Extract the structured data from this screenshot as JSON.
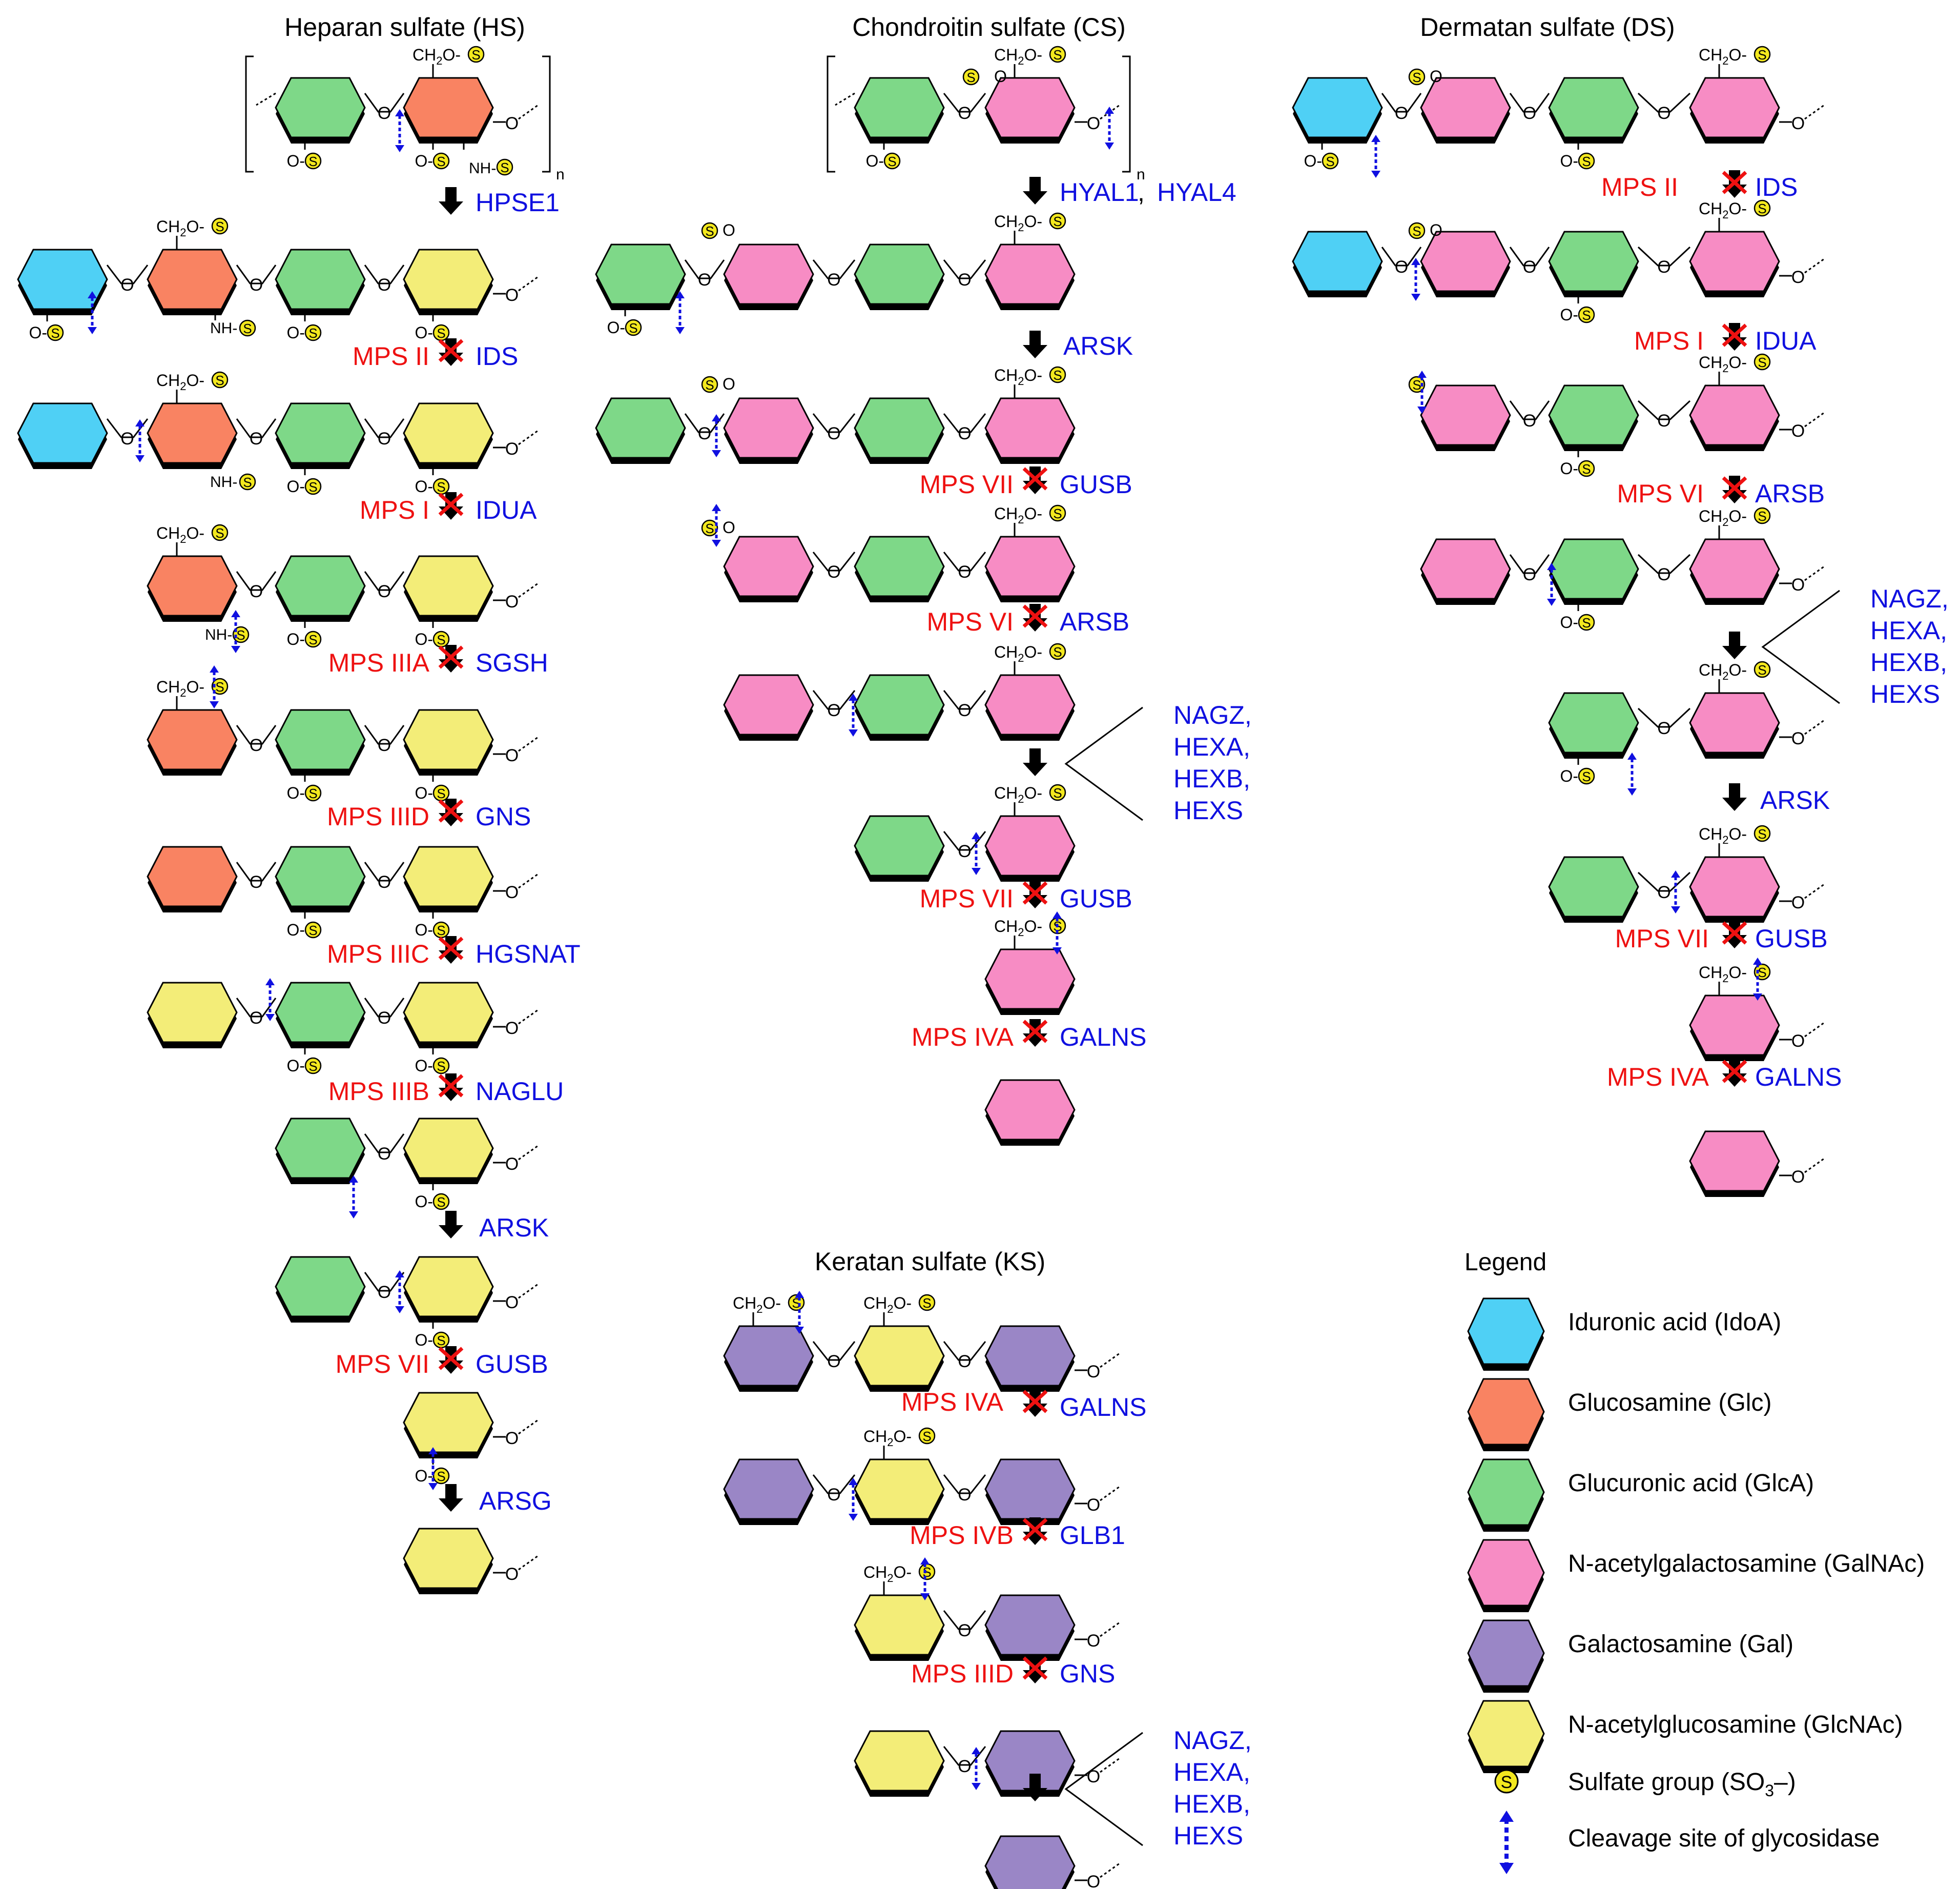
{
  "colors": {
    "IdoA": "#4fd0f5",
    "Glc": "#f98362",
    "GlcA": "#7ed888",
    "GalNAc": "#f78cc4",
    "Gal": "#9a86c6",
    "GlcNAc": "#f3ed78",
    "sulfate": "#f3e81e",
    "cleavage": "#1010e0",
    "enzyme_text": "#1010e0",
    "disease_text": "#ee1111"
  },
  "titles": {
    "hs": "Heparan sulfate (HS)",
    "cs": "Chondroitin sulfate (CS)",
    "ds": "Dermatan sulfate (DS)",
    "ks": "Keratan sulfate (KS)"
  },
  "labels": {
    "ch2o": "CH",
    "sub2": "2",
    "o_dash": "O-",
    "o": "O",
    "nh": "NH-",
    "s": "S",
    "n": "n",
    "comma": ","
  },
  "hs": {
    "steps": [
      {
        "enzyme": "HPSE1",
        "disease": ""
      },
      {
        "enzyme": "IDS",
        "disease": "MPS II"
      },
      {
        "enzyme": "IDUA",
        "disease": "MPS I"
      },
      {
        "enzyme": "SGSH",
        "disease": "MPS IIIA"
      },
      {
        "enzyme": "GNS",
        "disease": "MPS IIID"
      },
      {
        "enzyme": "HGSNAT",
        "disease": "MPS IIIC"
      },
      {
        "enzyme": "NAGLU",
        "disease": "MPS IIIB"
      },
      {
        "enzyme": "ARSK",
        "disease": ""
      },
      {
        "enzyme": "GUSB",
        "disease": "MPS VII"
      },
      {
        "enzyme": "ARSG",
        "disease": ""
      }
    ]
  },
  "cs": {
    "steps": [
      {
        "enzyme": "HYAL1",
        "enzyme2": "HYAL4",
        "disease": ""
      },
      {
        "enzyme": "ARSK",
        "disease": ""
      },
      {
        "enzyme": "GUSB",
        "disease": "MPS VII"
      },
      {
        "enzyme": "ARSB",
        "disease": "MPS VI"
      },
      {
        "enzyme": "",
        "disease": ""
      },
      {
        "enzyme": "GUSB",
        "disease": "MPS VII"
      },
      {
        "enzyme": "GALNS",
        "disease": "MPS IVA"
      }
    ],
    "hex_group": [
      "NAGZ,",
      "HEXA,",
      "HEXB,",
      "HEXS"
    ]
  },
  "ds": {
    "steps": [
      {
        "enzyme": "IDS",
        "disease": "MPS II"
      },
      {
        "enzyme": "IDUA",
        "disease": "MPS I"
      },
      {
        "enzyme": "ARSB",
        "disease": "MPS VI"
      },
      {
        "enzyme": "",
        "disease": ""
      },
      {
        "enzyme": "ARSK",
        "disease": ""
      },
      {
        "enzyme": "GUSB",
        "disease": "MPS VII"
      },
      {
        "enzyme": "GALNS",
        "disease": "MPS IVA"
      }
    ],
    "hex_group": [
      "NAGZ,",
      "HEXA,",
      "HEXB,",
      "HEXS"
    ]
  },
  "ks": {
    "steps": [
      {
        "enzyme": "GALNS",
        "disease": "MPS IVA"
      },
      {
        "enzyme": "GLB1",
        "disease": "MPS IVB"
      },
      {
        "enzyme": "GNS",
        "disease": "MPS IIID"
      },
      {
        "enzyme": "",
        "disease": ""
      }
    ],
    "hex_group": [
      "NAGZ,",
      "HEXA,",
      "HEXB,",
      "HEXS"
    ]
  },
  "legend": {
    "title": "Legend",
    "items": [
      {
        "sugar": "IdoA",
        "label": "Iduronic acid (IdoA)"
      },
      {
        "sugar": "Glc",
        "label": "Glucosamine (Glc)"
      },
      {
        "sugar": "GlcA",
        "label": "Glucuronic acid (GlcA)"
      },
      {
        "sugar": "GalNAc",
        "label": "N-acetylgalactosamine (GalNAc)"
      },
      {
        "sugar": "Gal",
        "label": "Galactosamine (Gal)"
      },
      {
        "sugar": "GlcNAc",
        "label": "N-acetylglucosamine (GlcNAc)"
      }
    ],
    "sulfate_label": "Sulfate group (SO",
    "sulfate_sub": "3",
    "sulfate_tail": "–)",
    "cleavage_label": "Cleavage site of glycosidase"
  }
}
